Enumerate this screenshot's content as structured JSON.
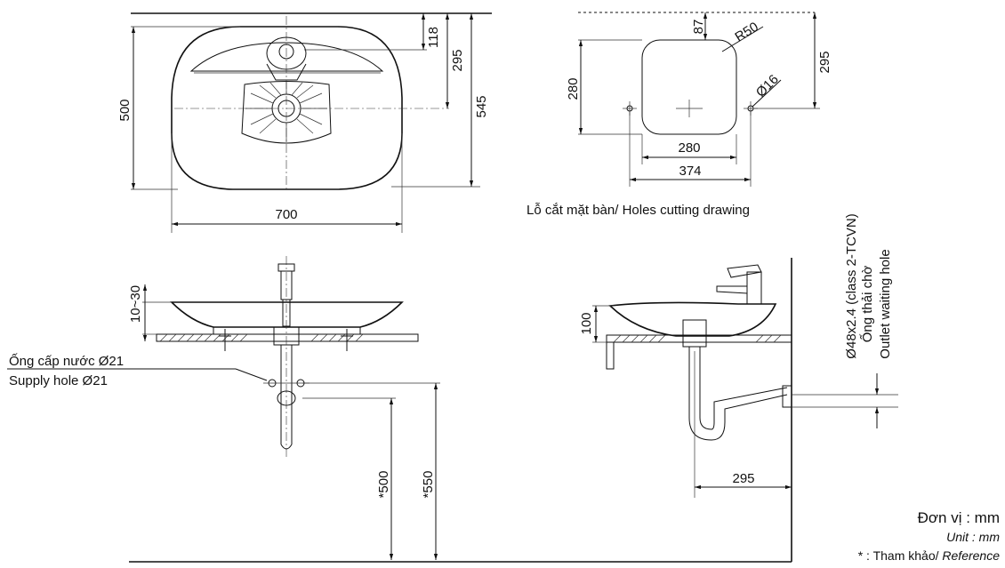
{
  "top_view": {
    "dims": {
      "d118": "118",
      "d295": "295",
      "d545": "545",
      "d500": "500",
      "d700": "700"
    }
  },
  "cutting": {
    "dims": {
      "d87": "87",
      "dR50": "R50",
      "dO16": "Ø16",
      "d295": "295",
      "d280v": "280",
      "d280h": "280",
      "d374": "374"
    },
    "caption": "Lỗ cắt mặt bàn/ Holes cutting drawing"
  },
  "front_view": {
    "dims": {
      "d1030": "10~30",
      "d500": "*500",
      "d550": "*550"
    },
    "supply_vn": "Ống cấp nước Ø21",
    "supply_en": "Supply hole Ø21"
  },
  "side_view": {
    "dims": {
      "d100": "100",
      "d295": "295"
    },
    "outlet_line1": "Ø48x2.4 (class 2-TCVN)",
    "outlet_line2": "Ống thải chờ",
    "outlet_line3": "Outlet waiting hole"
  },
  "legend": {
    "unit_vn": "Đơn vị : mm",
    "unit_en": "Unit : mm",
    "ref_prefix": "* : Tham khảo/ ",
    "ref_en": "Reference"
  }
}
